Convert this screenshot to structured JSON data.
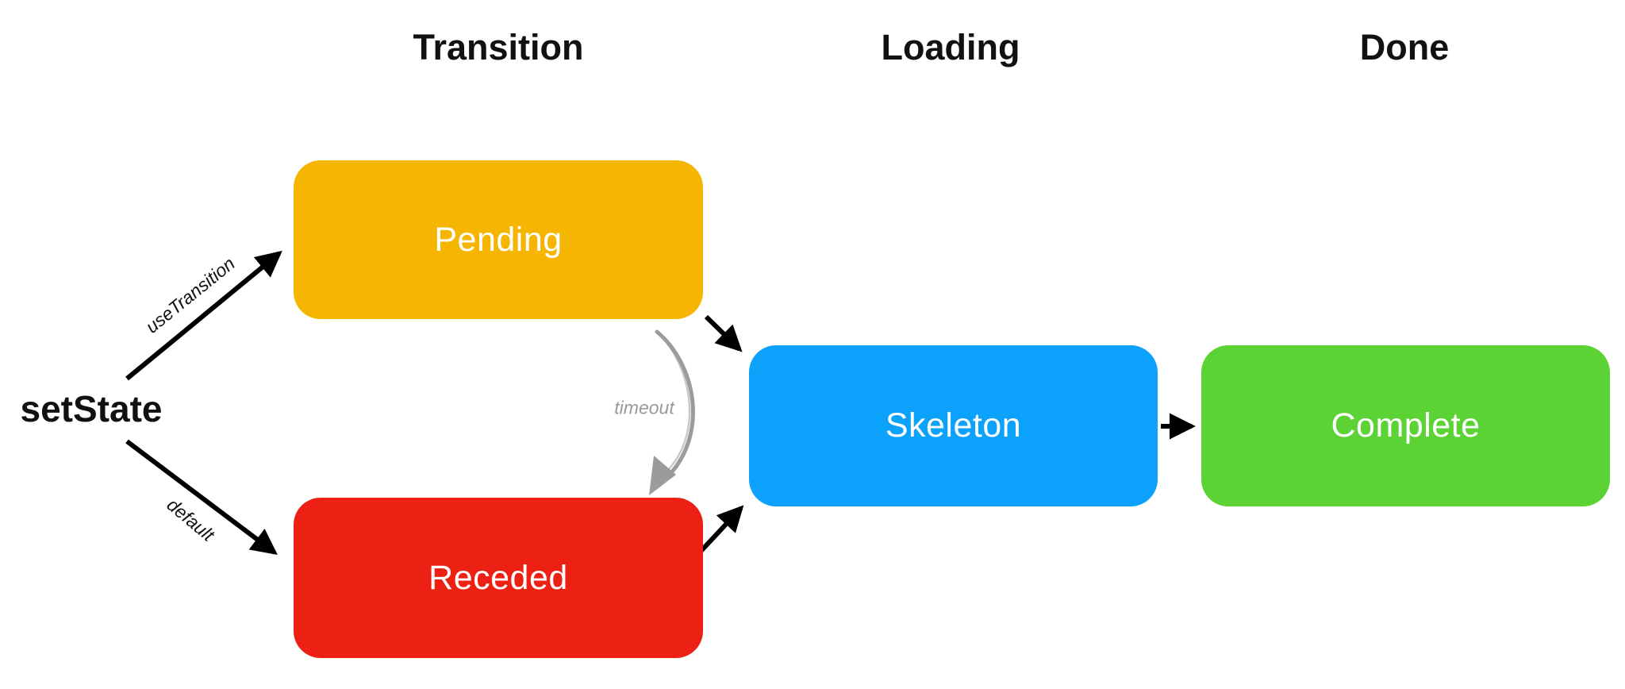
{
  "columns": [
    {
      "label": "Transition"
    },
    {
      "label": "Loading"
    },
    {
      "label": "Done"
    }
  ],
  "source": {
    "label": "setState"
  },
  "nodes": [
    {
      "id": "pending",
      "label": "Pending",
      "color": "#F5B501"
    },
    {
      "id": "receded",
      "label": "Receded",
      "color": "#EC2113"
    },
    {
      "id": "skeleton",
      "label": "Skeleton",
      "color": "#0CA1FA"
    },
    {
      "id": "complete",
      "label": "Complete",
      "color": "#5CD335"
    }
  ],
  "edges": {
    "use_transition": {
      "label": "useTransition",
      "color": "#000000"
    },
    "default": {
      "label": "default",
      "color": "#000000"
    },
    "timeout": {
      "label": "timeout",
      "color": "#9B9B9B"
    }
  },
  "colors": {
    "background": "#FFFFFF",
    "arrow": "#000000",
    "header_text": "#111111",
    "node_text": "#FFFFFF"
  }
}
